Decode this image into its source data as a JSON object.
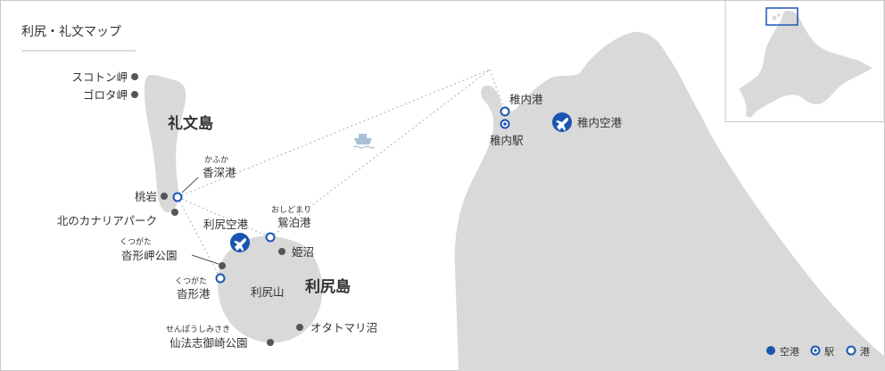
{
  "title": "利尻・礼文マップ",
  "islands": {
    "rebun": "礼文島",
    "rishiri": "利尻島"
  },
  "places": {
    "sukoton": "スコトン岬",
    "gorota": "ゴロタ岬",
    "momoiwa": "桃岩",
    "kitanokanaria": "北のカナリアパーク",
    "kafuka": "香深港",
    "kafuka_ruby": "かふか",
    "rishiri_airport": "利尻空港",
    "oshidomari": "鴛泊港",
    "oshidomari_ruby": "おしどまり",
    "himenuma": "姫沼",
    "kutsugata_park": "沓形岬公園",
    "kutsugata_park_ruby": "くつがた",
    "kutsugata_port": "沓形港",
    "kutsugata_port_ruby": "くつがた",
    "rishirizan": "利尻山",
    "otatomari": "オタトマリ沼",
    "senposhi": "仙法志御崎公園",
    "senposhi_ruby": "せんぽうしみさき",
    "wakkanai_port": "稚内港",
    "wakkanai_station": "稚内駅",
    "wakkanai_airport": "稚内空港"
  },
  "legend": {
    "airport": "空港",
    "station": "駅",
    "port": "港"
  },
  "colors": {
    "land": "#d9d9d9",
    "accent": "#1a56b0",
    "dot": "#555555",
    "route": "#a9bfd6",
    "frame": "#c8c8c8"
  },
  "icons": {
    "airport": "plane-icon",
    "ferry": "ferry-icon"
  }
}
